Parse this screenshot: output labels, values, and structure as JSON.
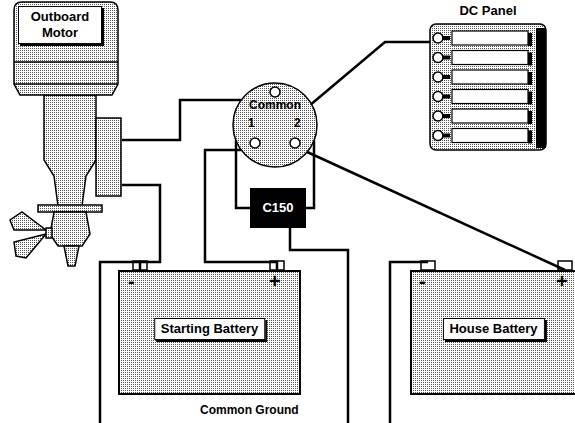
{
  "diagram": {
    "nodes": [
      {
        "text": [
          "Outboard Motor"
        ]
      },
      {
        "text": [
          "DC Panel"
        ]
      },
      {
        "text": [
          "Common",
          "1",
          "2"
        ]
      },
      {
        "text": [
          "C150"
        ]
      },
      {
        "text": [
          "Starting Battery"
        ]
      },
      {
        "text": [
          "House Battery"
        ]
      }
    ],
    "edges": [
      {
        "from": 0,
        "to": 2,
        "arrow": "none"
      },
      {
        "from": 2,
        "to": 1,
        "arrow": "none"
      },
      {
        "from": 0,
        "to": 4,
        "arrow": "none"
      },
      {
        "from": 4,
        "to": 2,
        "arrow": "none"
      },
      {
        "from": 3,
        "to": 2,
        "arrow": "none"
      },
      {
        "from": 3,
        "to": 2,
        "arrow": "none"
      },
      {
        "from": 2,
        "to": 5,
        "arrow": "none"
      }
    ],
    "labels": [
      "-",
      "+",
      "-",
      "+",
      "Common Ground"
    ]
  }
}
